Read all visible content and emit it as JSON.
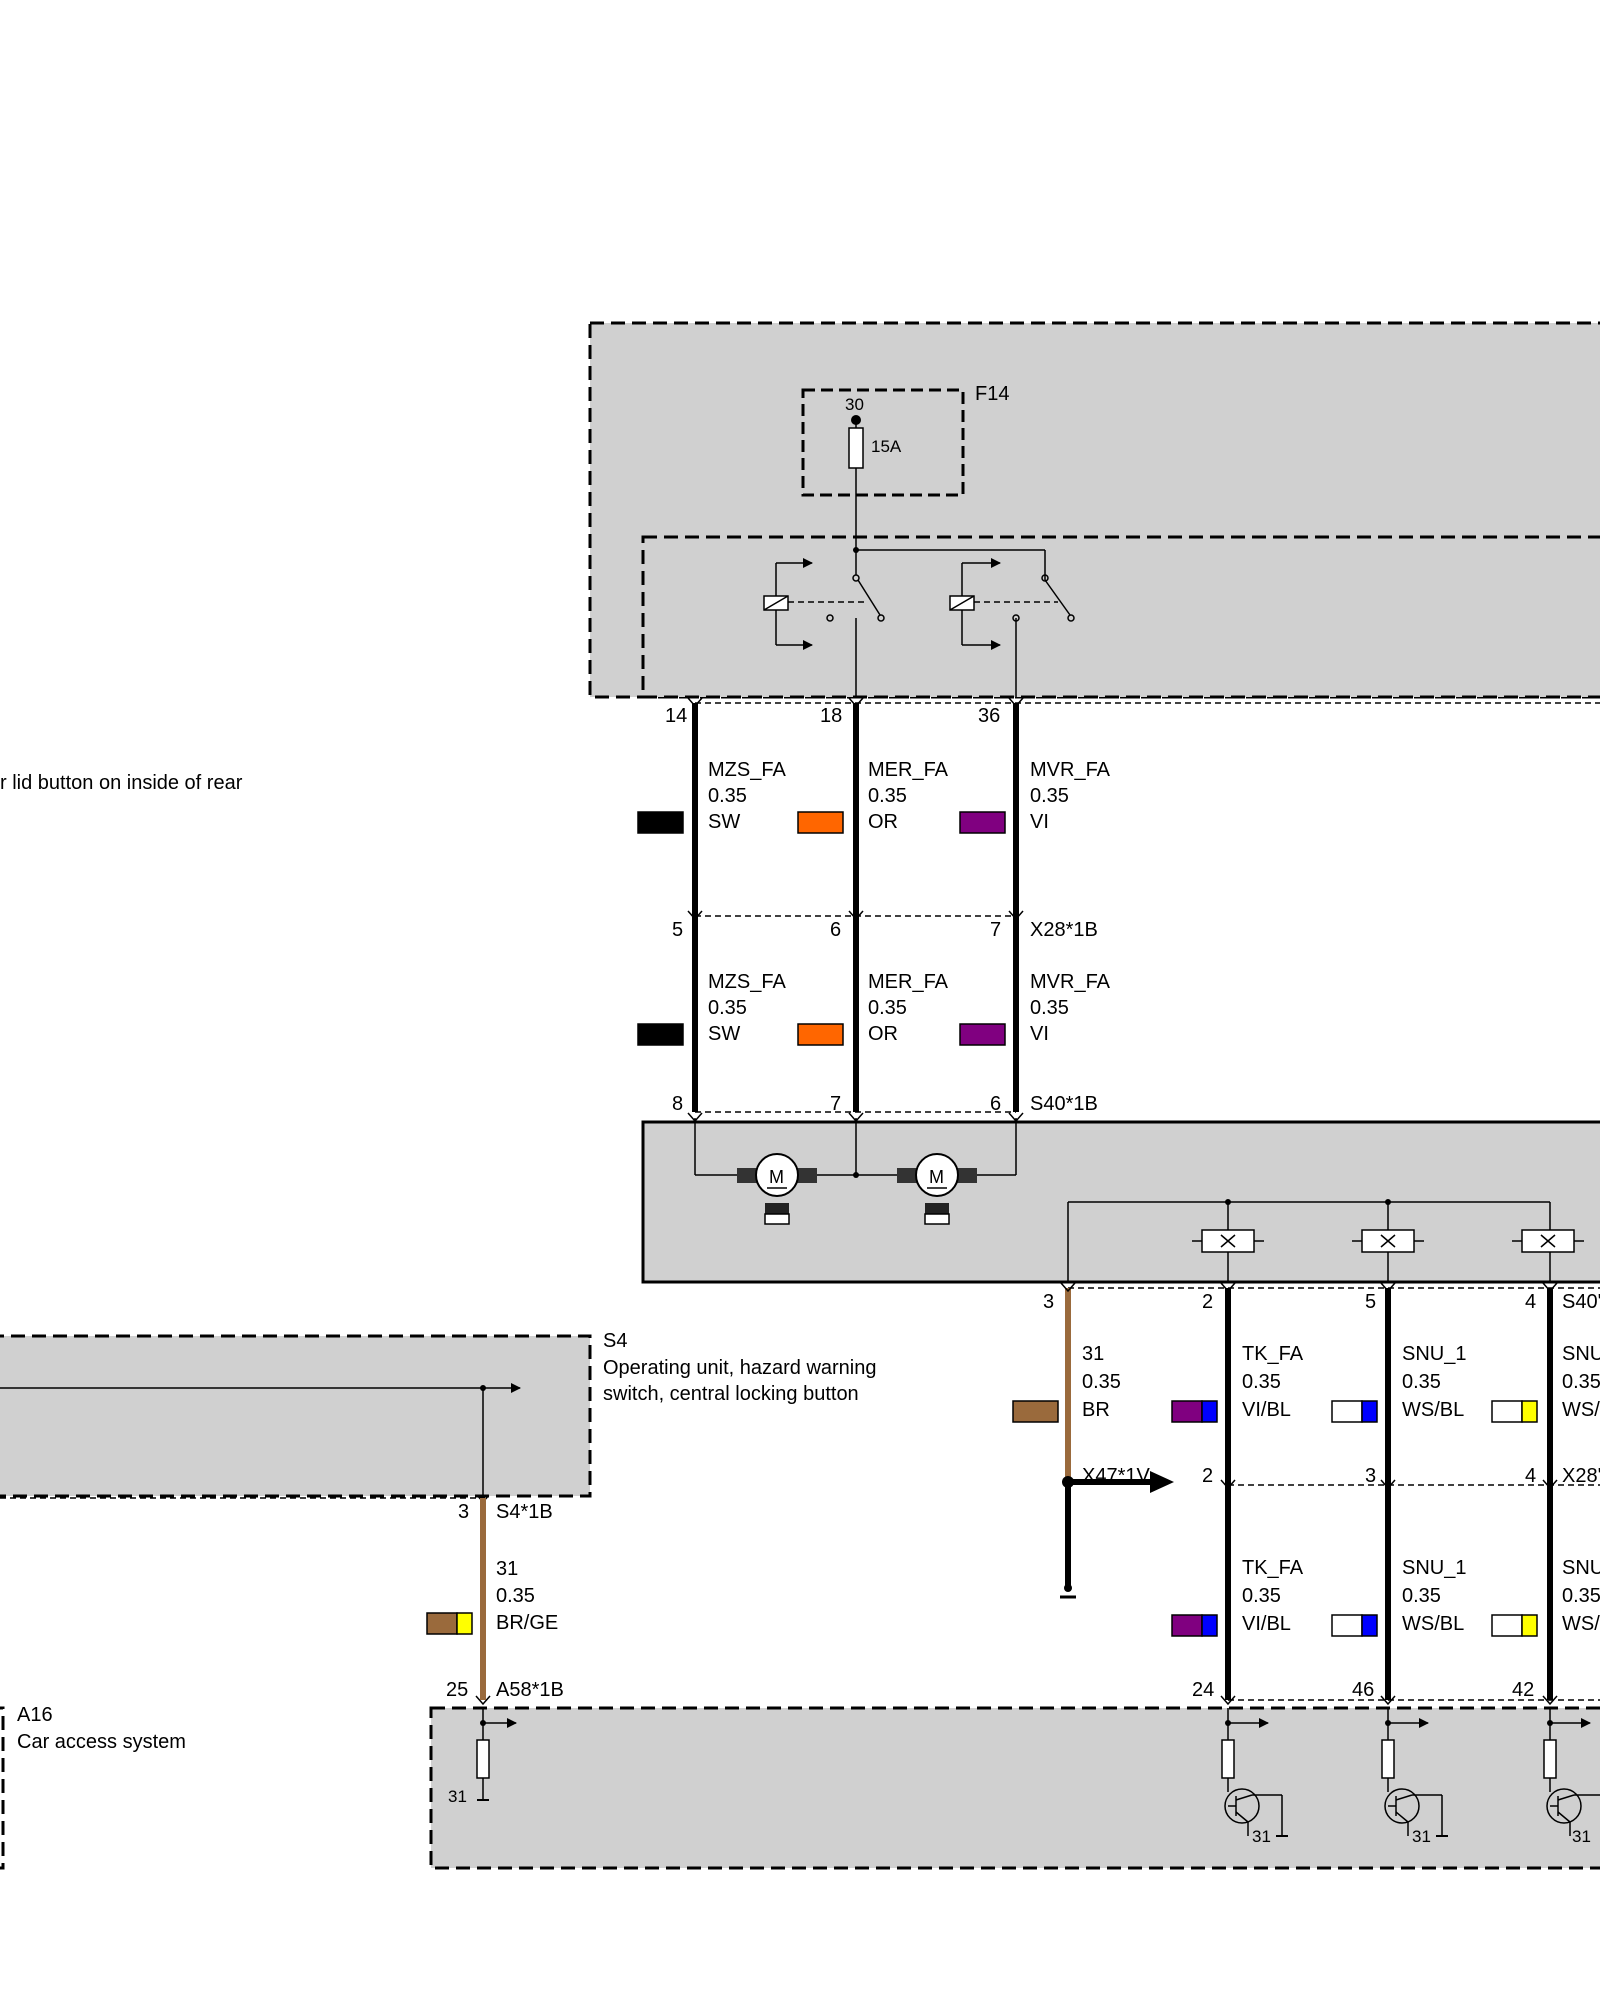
{
  "colors": {
    "module_fill": "#d0d0d0",
    "wire_black": "#000000",
    "wire_brown": "#9a6a3c",
    "SW": "#000000",
    "OR": "#ff6600",
    "VI": "#800080",
    "BL": "#0000ff",
    "WS": "#ffffff",
    "GE": "#ffff00",
    "BR": "#9a6a3c"
  },
  "components": {
    "f14": {
      "id": "F14",
      "terminal": "30",
      "rating": "15A"
    },
    "s4": {
      "id": "S4",
      "desc_line1": "Operating unit, hazard warning",
      "desc_line2": "switch, central locking button",
      "connector": "S4*1B",
      "pin": "3"
    },
    "a16": {
      "id": "A16",
      "desc": "Car access system"
    },
    "cut_text": "r lid button on inside of rear",
    "ground_31": "31"
  },
  "connectors": {
    "x28": "X28*1B",
    "s40": "S40*1B",
    "s40_cut": "S40'",
    "x47": "X47*1V",
    "x28_cut": "X28'",
    "a58": "A58*1B"
  },
  "upper_wires": [
    {
      "name": "MZS_FA",
      "size": "0.35",
      "color": "SW",
      "pin_top": "14",
      "pin_mid": "5",
      "pin_bot": "8"
    },
    {
      "name": "MER_FA",
      "size": "0.35",
      "color": "OR",
      "pin_top": "18",
      "pin_mid": "6",
      "pin_bot": "7"
    },
    {
      "name": "MVR_FA",
      "size": "0.35",
      "color": "VI",
      "pin_top": "36",
      "pin_mid": "7",
      "pin_bot": "6"
    }
  ],
  "lower_wires": [
    {
      "name": "TK_FA",
      "size": "0.35",
      "color": "VI/BL",
      "pin_top": "2",
      "pin_mid": "2",
      "pin_bot": "24"
    },
    {
      "name": "SNU_1",
      "size": "0.35",
      "color": "WS/BL",
      "pin_top": "5",
      "pin_mid": "3",
      "pin_bot": "46"
    },
    {
      "name": "SNU",
      "size": "0.35",
      "color": "WS/",
      "pin_top": "4",
      "pin_mid": "4",
      "pin_bot": "42"
    }
  ],
  "ground_wire": {
    "name": "31",
    "size": "0.35",
    "color": "BR",
    "pin": "3"
  },
  "s4_wire": {
    "name": "31",
    "size": "0.35",
    "color": "BR/GE",
    "pin_top": "3",
    "pin_bot": "25"
  }
}
